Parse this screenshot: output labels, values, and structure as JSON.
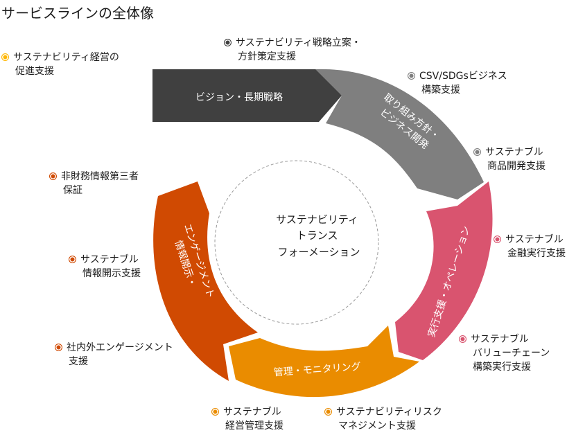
{
  "title": "サービスラインの全体像",
  "center": {
    "lines": [
      "サステナビリティ",
      "トランス",
      "フォーメーション"
    ]
  },
  "segments": [
    {
      "id": "vision",
      "lines": [
        "ビジョン・長期戦略"
      ],
      "color": "#404040"
    },
    {
      "id": "policy",
      "lines": [
        "取り組み方針・",
        "ビジネス開発"
      ],
      "color": "#7f7f7f"
    },
    {
      "id": "execution",
      "lines": [
        "実行支援・オペレーション"
      ],
      "color": "#d9546f"
    },
    {
      "id": "monitoring",
      "lines": [
        "管理・モニタリング"
      ],
      "color": "#ea8c00"
    },
    {
      "id": "disclosure",
      "lines": [
        "情報開示・",
        "エンゲージメント"
      ],
      "color": "#d04a02"
    }
  ],
  "services": [
    {
      "lines": [
        "サステナビリティ経営の",
        "促進支援"
      ],
      "color": "#ffb600"
    },
    {
      "lines": [
        "サステナビリティ戦略立案・",
        "方針策定支援"
      ],
      "color": "#404040"
    },
    {
      "lines": [
        "CSV/SDGsビジネス",
        "構築支援"
      ],
      "color": "#7f7f7f"
    },
    {
      "lines": [
        "サステナブル",
        "商品開発支援"
      ],
      "color": "#7f7f7f"
    },
    {
      "lines": [
        "サステナブル",
        "金融実行支援"
      ],
      "color": "#d9546f"
    },
    {
      "lines": [
        "サステナブル",
        "バリューチェーン",
        "構築実行支援"
      ],
      "color": "#d9546f"
    },
    {
      "lines": [
        "サステナブル",
        "経営管理支援"
      ],
      "color": "#ea8c00"
    },
    {
      "lines": [
        "サステナビリティリスク",
        "マネジメント支援"
      ],
      "color": "#ea8c00"
    },
    {
      "lines": [
        "非財務情報第三者",
        "保証"
      ],
      "color": "#d04a02"
    },
    {
      "lines": [
        "サステナブル",
        "情報開示支援"
      ],
      "color": "#d04a02"
    },
    {
      "lines": [
        "社内外エンゲージメント",
        "支援"
      ],
      "color": "#d04a02"
    }
  ]
}
